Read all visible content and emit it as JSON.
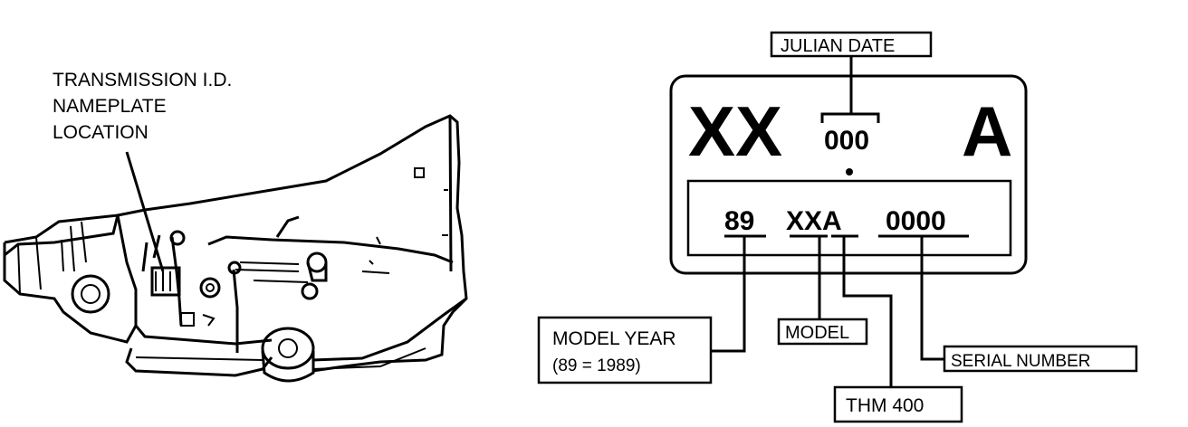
{
  "left_callout": {
    "line1": "TRANSMISSION I.D.",
    "line2": "NAMEPLATE",
    "line3": "LOCATION"
  },
  "plate": {
    "top_left_code": "XX",
    "julian_digits": "000",
    "top_right_code": "A",
    "year_code": "89",
    "model_code": "XXA",
    "serial_code": "0000"
  },
  "labels": {
    "julian_date": "JULIAN DATE",
    "model_year_line1": "MODEL YEAR",
    "model_year_line2": "(89 = 1989)",
    "model": "MODEL",
    "serial_number": "SERIAL NUMBER",
    "thm": "THM 400"
  }
}
